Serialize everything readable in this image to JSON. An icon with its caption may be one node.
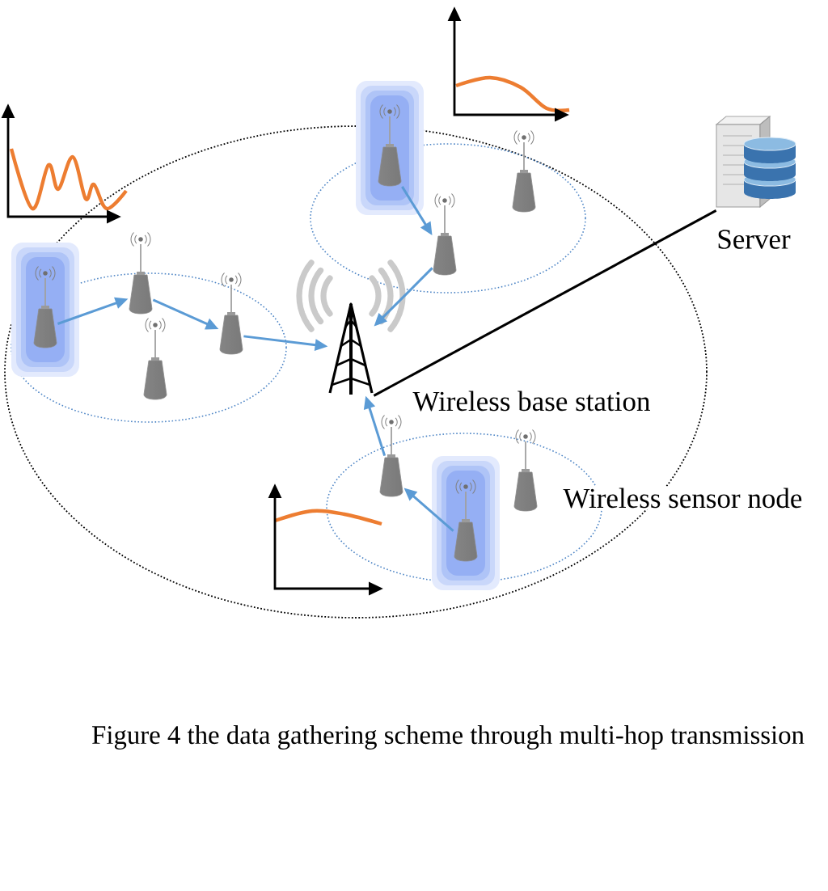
{
  "diagram": {
    "caption": "Figure 4 the data gathering scheme through multi-hop transmission",
    "nodes": [
      {
        "text": [],
        "shape": "picture"
      },
      {
        "text": [],
        "shape": "picture"
      },
      {
        "text": [],
        "shape": "picture"
      },
      {
        "text": [],
        "shape": "picture"
      },
      {
        "text": [],
        "shape": "picture"
      },
      {
        "text": [],
        "shape": "picture"
      },
      {
        "text": [],
        "shape": "picture"
      },
      {
        "text": [],
        "shape": "picture"
      },
      {
        "text": [],
        "shape": "picture"
      },
      {
        "text": [],
        "shape": "picture"
      },
      {
        "text": [],
        "shape": "picture",
        "beside": [
          "Wireless sensor node"
        ]
      },
      {
        "text": [],
        "shape": "picture",
        "beside": [
          "Server"
        ]
      }
    ],
    "edges": [
      {
        "from": 0,
        "to": 1,
        "arrow": "to"
      },
      {
        "from": 1,
        "to": 3,
        "arrow": "to"
      },
      {
        "from": 3,
        "to": 4,
        "arrow": "to"
      },
      {
        "from": 5,
        "to": 7,
        "arrow": "to"
      },
      {
        "from": 7,
        "to": 4,
        "arrow": "to"
      },
      {
        "from": 8,
        "to": 6,
        "arrow": "to"
      },
      {
        "from": 6,
        "to": 4,
        "arrow": "to"
      },
      {
        "from": 4,
        "to": 11,
        "arrow": "none",
        "color": "#000000"
      }
    ],
    "labels": [
      "Wireless base station"
    ]
  }
}
